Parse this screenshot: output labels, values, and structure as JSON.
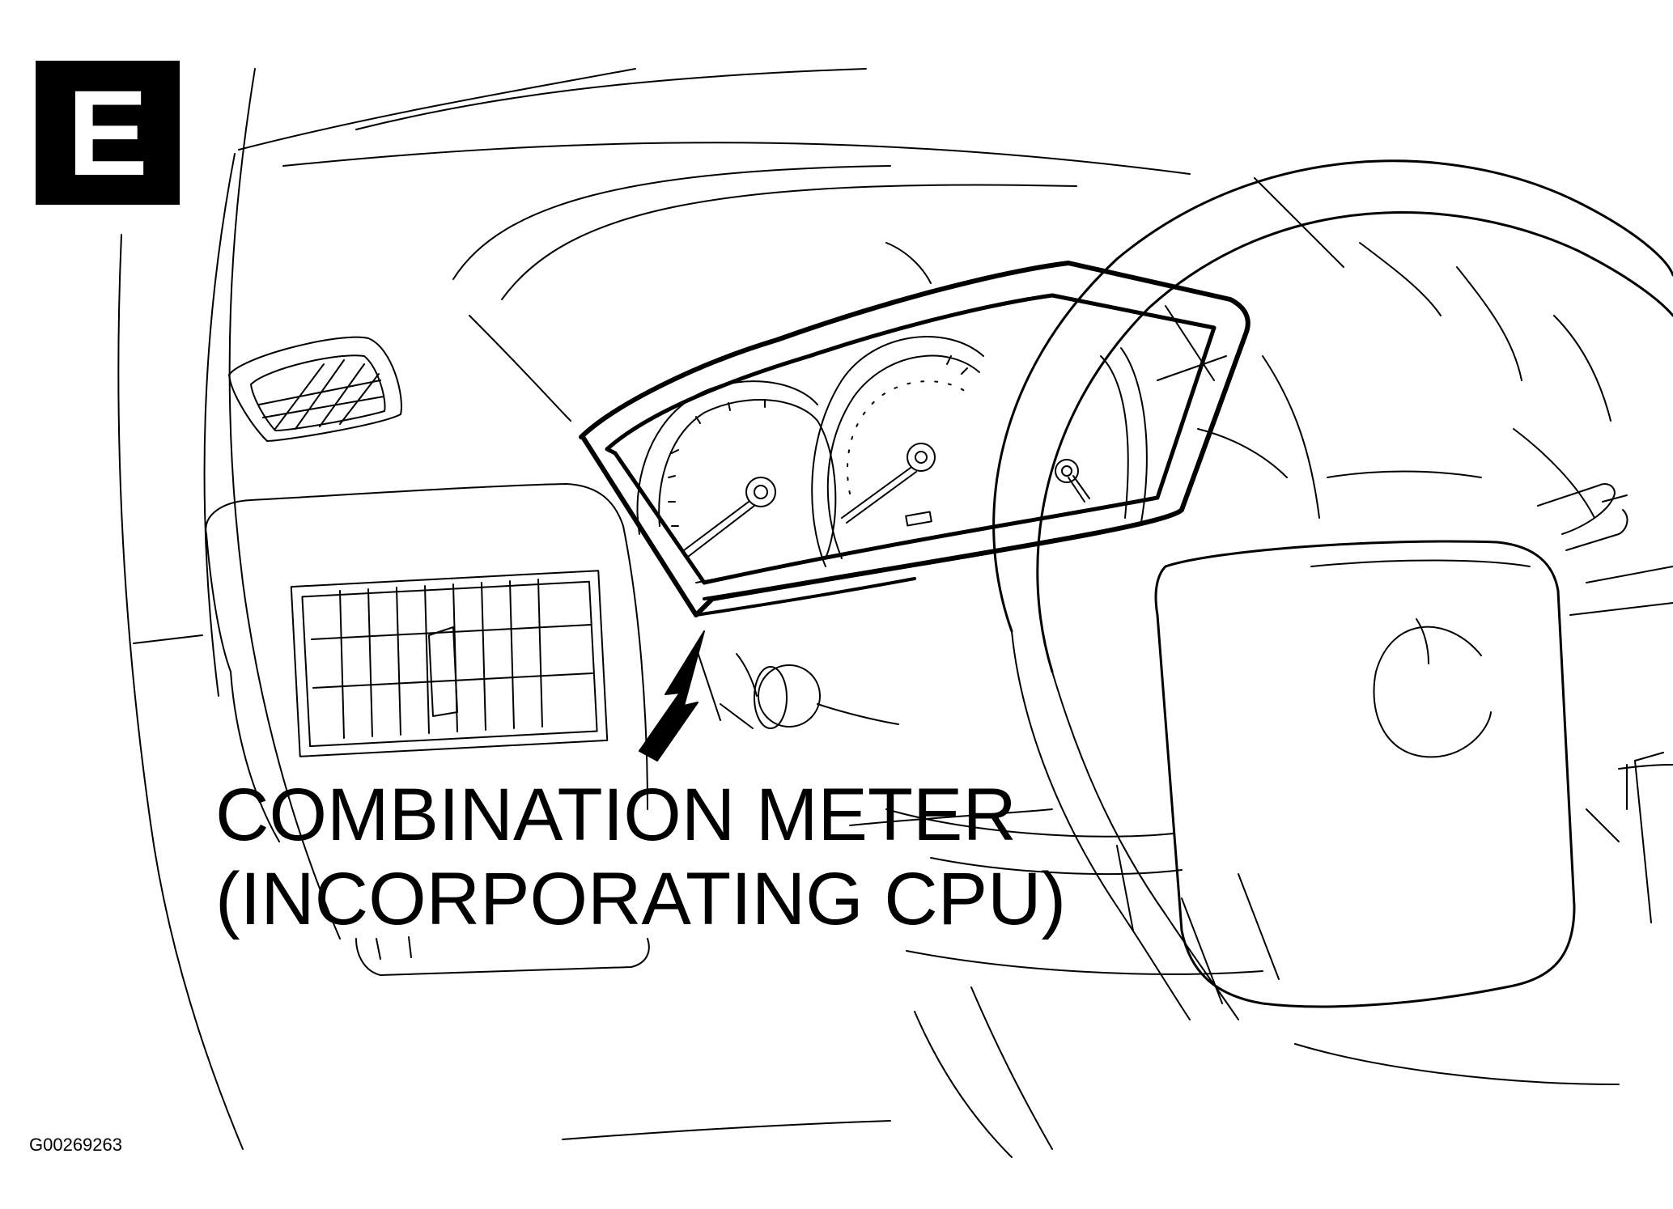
{
  "badge": {
    "letter": "E"
  },
  "callout": {
    "line1": "COMBINATION METER",
    "line2": "(INCORPORATING CPU)"
  },
  "figure_code": "G00269263",
  "colors": {
    "ink": "#000000",
    "paper": "#ffffff"
  }
}
